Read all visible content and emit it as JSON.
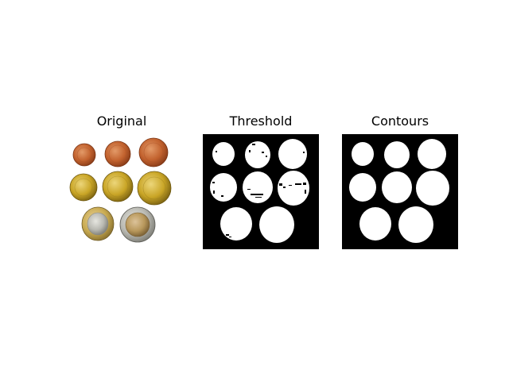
{
  "panels": {
    "original": {
      "title": "Original"
    },
    "threshold": {
      "title": "Threshold"
    },
    "contours": {
      "title": "Contours"
    }
  },
  "colors": {
    "figure_background": "#ffffff",
    "mask_background": "#000000",
    "mask_foreground": "#ffffff",
    "copper_coin": "#c2622e",
    "gold_coin": "#c9a526",
    "euro_outer_gold": "#c9ab52",
    "euro_inner_silver": "#b9b9b2",
    "two_euro_outer_silver": "#a8a8a2",
    "two_euro_inner_gold": "#b8985c"
  }
}
